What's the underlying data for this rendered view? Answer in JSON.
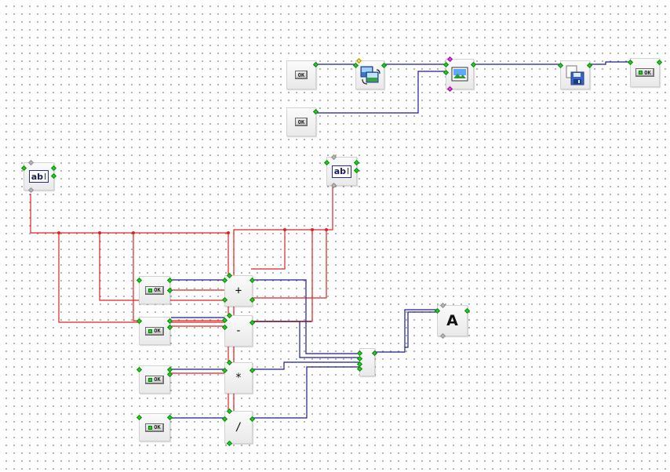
{
  "canvas": {
    "background": "#ffffff",
    "grid_dot_color": "#8a8a8a"
  },
  "wire_colors": {
    "red": "#e02020",
    "blue": "#1c1c8c",
    "dark_red": "#7a1a3a"
  },
  "nodes": {
    "ok_top1": {
      "label": "OK",
      "kind": "ok-button"
    },
    "ok_top2": {
      "label": "OK",
      "kind": "ok-button"
    },
    "picture_rotate": {
      "kind": "image-rotate-icon"
    },
    "image_view": {
      "kind": "image-icon"
    },
    "save": {
      "kind": "floppy-disk-icon"
    },
    "ok_top_right": {
      "label": "OK",
      "kind": "ok-indicator"
    },
    "textbox_left": {
      "label": "ab",
      "kind": "textbox-icon"
    },
    "textbox_right": {
      "label": "ab",
      "kind": "textbox-icon"
    },
    "ok_left1": {
      "label": "OK",
      "kind": "ok-indicator"
    },
    "ok_left2": {
      "label": "OK",
      "kind": "ok-indicator"
    },
    "ok_left3": {
      "label": "OK",
      "kind": "ok-indicator"
    },
    "ok_left4": {
      "label": "OK",
      "kind": "ok-indicator"
    },
    "op_add": {
      "symbol": "+"
    },
    "op_sub": {
      "symbol": "-"
    },
    "op_mul": {
      "symbol": "*"
    },
    "op_div": {
      "symbol": "/"
    },
    "merger": {
      "kind": "bus-merge"
    },
    "label_out": {
      "symbol": "A",
      "kind": "label-icon"
    }
  }
}
